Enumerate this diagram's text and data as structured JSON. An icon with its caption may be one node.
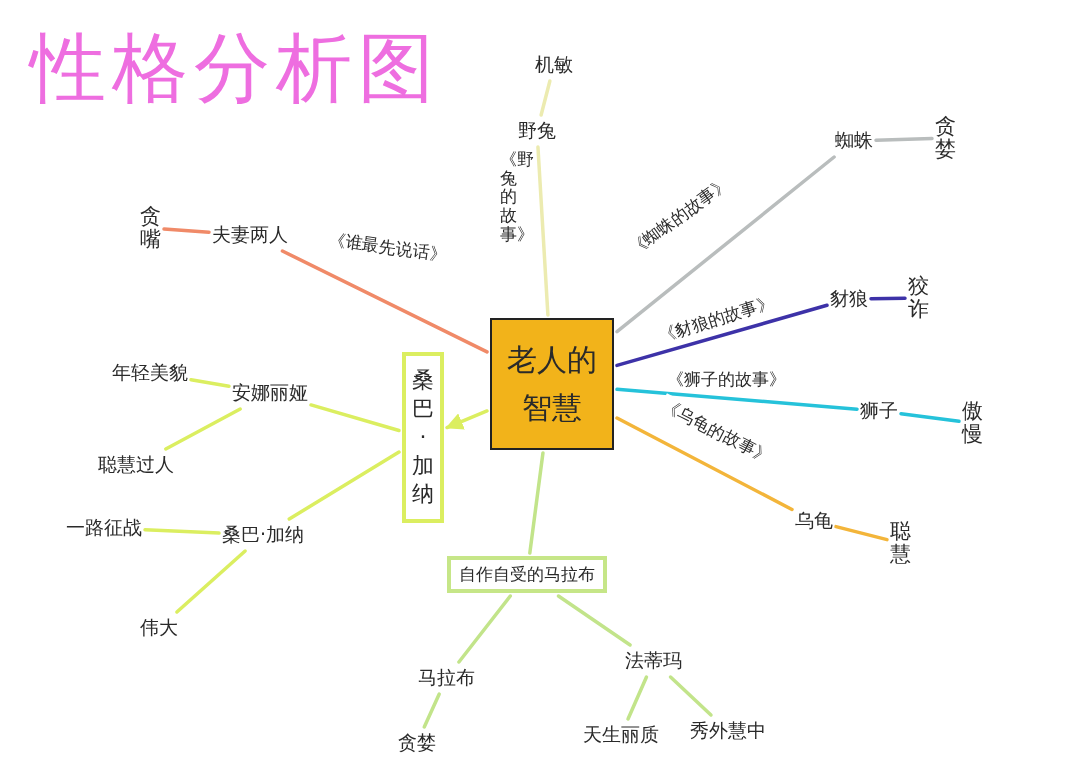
{
  "diagram": {
    "title": "性格分析图",
    "nodes": [
      {
        "text": [
          "老人的智慧"
        ]
      },
      {
        "text": [
          "野兔"
        ]
      },
      {
        "text": [
          "机敏"
        ]
      },
      {
        "text": [
          "夫妻两人"
        ]
      },
      {
        "text": [
          "贪嘴"
        ]
      },
      {
        "text": [
          "蜘蛛"
        ]
      },
      {
        "text": [
          "贪婪"
        ]
      },
      {
        "text": [
          "豺狼"
        ]
      },
      {
        "text": [
          "狡诈"
        ]
      },
      {
        "text": [
          "狮子"
        ]
      },
      {
        "text": [
          "傲慢"
        ]
      },
      {
        "text": [
          "乌龟"
        ]
      },
      {
        "text": [
          "聪慧"
        ]
      },
      {
        "text": [
          "桑巴·加纳"
        ]
      },
      {
        "text": [
          "安娜丽娅"
        ]
      },
      {
        "text": [
          "年轻美貌"
        ]
      },
      {
        "text": [
          "聪慧过人"
        ]
      },
      {
        "text": [
          "桑巴·加纳"
        ]
      },
      {
        "text": [
          "一路征战"
        ]
      },
      {
        "text": [
          "伟大"
        ]
      },
      {
        "text": [
          "自作自受的马拉布"
        ]
      },
      {
        "text": [
          "马拉布"
        ]
      },
      {
        "text": [
          "贪婪"
        ]
      },
      {
        "text": [
          "法蒂玛"
        ]
      },
      {
        "text": [
          "天生丽质"
        ]
      },
      {
        "text": [
          "秀外慧中"
        ]
      }
    ],
    "edges": [
      {
        "from": 0,
        "to": 1,
        "arrow": "none",
        "label": "《野兔的故事》",
        "color": "#ecebb0"
      },
      {
        "from": 1,
        "to": 2,
        "arrow": "none",
        "color": "#ecebb0"
      },
      {
        "from": 0,
        "to": 3,
        "arrow": "none",
        "label": "《谁最先说话》",
        "color": "#f08a68"
      },
      {
        "from": 3,
        "to": 4,
        "arrow": "none",
        "color": "#f08a68"
      },
      {
        "from": 0,
        "to": 5,
        "arrow": "none",
        "label": "《蜘蛛的故事》",
        "color": "#b9bdbd"
      },
      {
        "from": 5,
        "to": 6,
        "arrow": "none",
        "color": "#b9bdbd"
      },
      {
        "from": 0,
        "to": 7,
        "arrow": "none",
        "label": "《豺狼的故事》",
        "color": "#3d32a8"
      },
      {
        "from": 7,
        "to": 8,
        "arrow": "none",
        "color": "#3d32a8"
      },
      {
        "from": 0,
        "to": 9,
        "arrow": "none",
        "label": "《狮子的故事》",
        "color": "#25c2da"
      },
      {
        "from": 9,
        "to": 10,
        "arrow": "none",
        "color": "#25c2da"
      },
      {
        "from": 0,
        "to": 11,
        "arrow": "none",
        "label": "《乌龟的故事》",
        "color": "#f3b53a"
      },
      {
        "from": 11,
        "to": 12,
        "arrow": "none",
        "color": "#f3b53a"
      },
      {
        "from": 0,
        "to": 13,
        "arrow": "to",
        "color": "#dbee60"
      },
      {
        "from": 13,
        "to": 14,
        "arrow": "none",
        "color": "#dbee60"
      },
      {
        "from": 14,
        "to": 15,
        "arrow": "none",
        "color": "#dbee60"
      },
      {
        "from": 14,
        "to": 16,
        "arrow": "none",
        "color": "#dbee60"
      },
      {
        "from": 13,
        "to": 17,
        "arrow": "none",
        "color": "#dbee60"
      },
      {
        "from": 17,
        "to": 18,
        "arrow": "none",
        "color": "#dbee60"
      },
      {
        "from": 17,
        "to": 19,
        "arrow": "none",
        "color": "#dbee60"
      },
      {
        "from": 0,
        "to": 20,
        "arrow": "none",
        "color": "#c2e48a"
      },
      {
        "from": 20,
        "to": 21,
        "arrow": "none",
        "color": "#c2e48a"
      },
      {
        "from": 21,
        "to": 22,
        "arrow": "none",
        "color": "#c2e48a"
      },
      {
        "from": 20,
        "to": 23,
        "arrow": "none",
        "color": "#c2e48a"
      },
      {
        "from": 23,
        "to": 24,
        "arrow": "none",
        "color": "#c2e48a"
      },
      {
        "from": 23,
        "to": 25,
        "arrow": "none",
        "color": "#c2e48a"
      }
    ]
  }
}
